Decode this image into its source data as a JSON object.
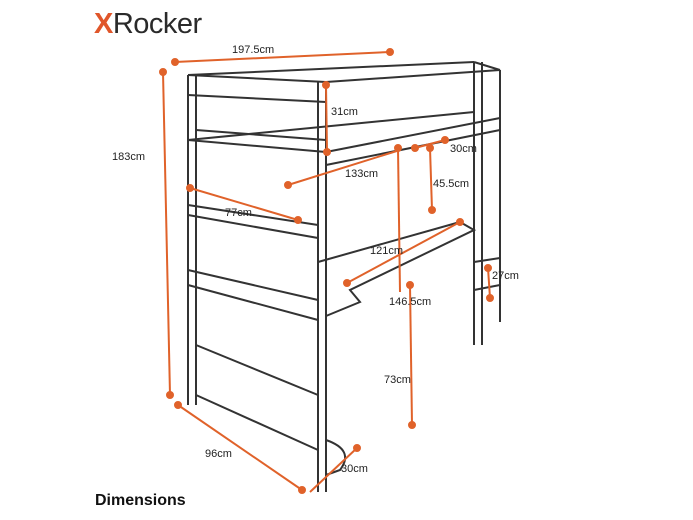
{
  "brand": {
    "x": "X",
    "name": "Rocker"
  },
  "title": "Dimensions",
  "accent_color": "#e0622a",
  "dimensions": {
    "overall_length": "197.5cm",
    "overall_height": "183cm",
    "guard_rail_height": "31cm",
    "shelf_depth_top": "30cm",
    "shelf_width": "133cm",
    "shelf_height": "45.5cm",
    "side_shelf_width": "77cm",
    "desk_width": "121cm",
    "ladder_step": "27cm",
    "underbed_clearance": "146.5cm",
    "desk_height": "73cm",
    "overall_depth": "96cm",
    "bottom_shelf_depth": "30cm"
  }
}
